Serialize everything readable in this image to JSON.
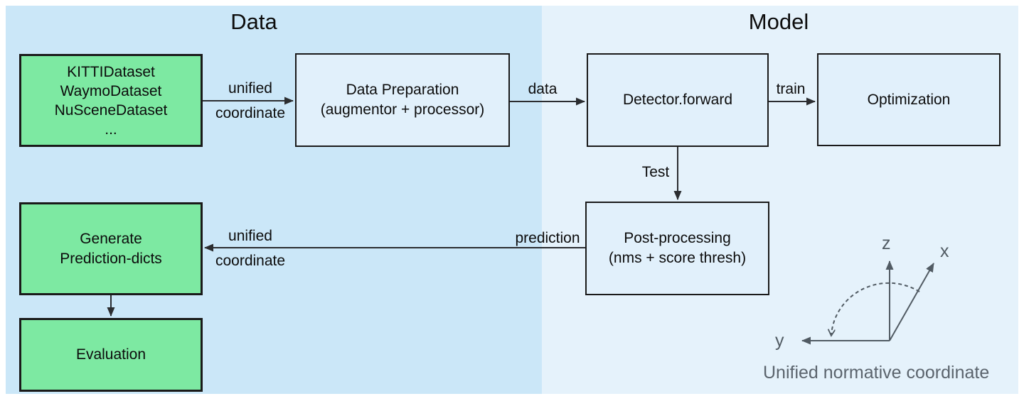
{
  "sections": {
    "data": {
      "title": "Data"
    },
    "model": {
      "title": "Model"
    }
  },
  "colors": {
    "data_panel_bg": "#cbe7f8",
    "model_panel_bg": "#e5f2fb",
    "green_box_fill": "#7de9a2",
    "light_box_fill": "#e1f0fb",
    "box_border": "#1a1a1a",
    "flow_arrow": "#2b2d30",
    "axis_gray": "#515b63",
    "caption_gray": "#5b646d"
  },
  "boxes": {
    "datasets": {
      "lines": [
        "KITTIDataset",
        "WaymoDataset",
        "NuSceneDataset",
        "..."
      ]
    },
    "data_preparation": {
      "lines": [
        "Data Preparation",
        "(augmentor + processor)"
      ]
    },
    "detector": {
      "lines": [
        "Detector.forward"
      ]
    },
    "optimization": {
      "lines": [
        "Optimization"
      ]
    },
    "post_processing": {
      "lines": [
        "Post-processing",
        "(nms + score thresh)"
      ]
    },
    "generate_predictions": {
      "lines": [
        "Generate",
        "Prediction-dicts"
      ]
    },
    "evaluation": {
      "lines": [
        "Evaluation"
      ]
    }
  },
  "arrow_labels": {
    "unified_top_line1": "unified",
    "unified_top_line2": "coordinate",
    "data": "data",
    "train": "train",
    "test": "Test",
    "prediction": "prediction",
    "unified_bottom_line1": "unified",
    "unified_bottom_line2": "coordinate"
  },
  "axes": {
    "z": "z",
    "x": "x",
    "y": "y",
    "caption": "Unified normative coordinate"
  }
}
